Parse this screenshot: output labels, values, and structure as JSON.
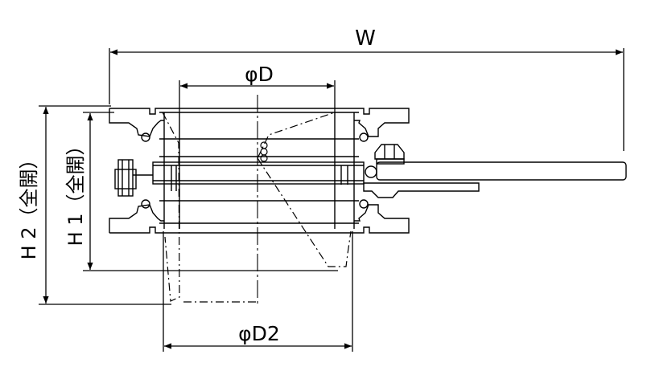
{
  "labels": {
    "width": "W",
    "diameter": "φD",
    "diameter2": "φD2",
    "height1": "H 1（全開）",
    "height2": "H 2（全開）"
  },
  "colors": {
    "line": "#000000",
    "background": "#ffffff"
  }
}
